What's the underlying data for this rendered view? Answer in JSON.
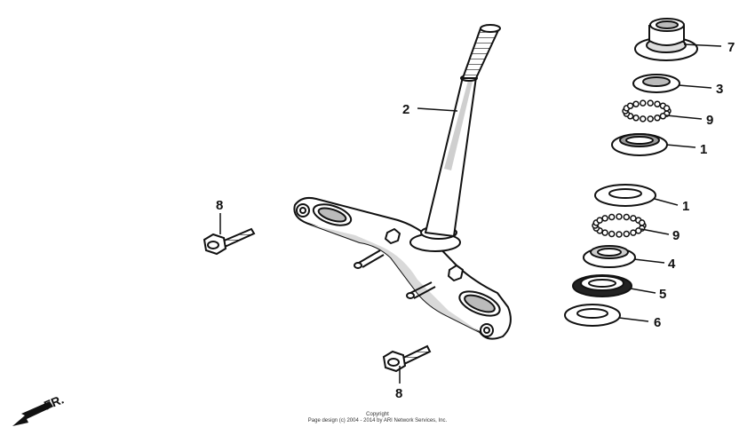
{
  "callouts": {
    "c7": "7",
    "c3": "3",
    "c9a": "9",
    "c1a": "1",
    "c2": "2",
    "c1b": "1",
    "c9b": "9",
    "c4": "4",
    "c5": "5",
    "c6": "6",
    "c8a": "8",
    "c8b": "8"
  },
  "direction_label": "FR.",
  "copyright": {
    "line1": "Copyright",
    "line2": "Page design (c) 2004 - 2014 by ARI Network Services, Inc."
  },
  "colors": {
    "ink": "#111111",
    "shade": "#c8c8c8",
    "paper": "#ffffff"
  }
}
